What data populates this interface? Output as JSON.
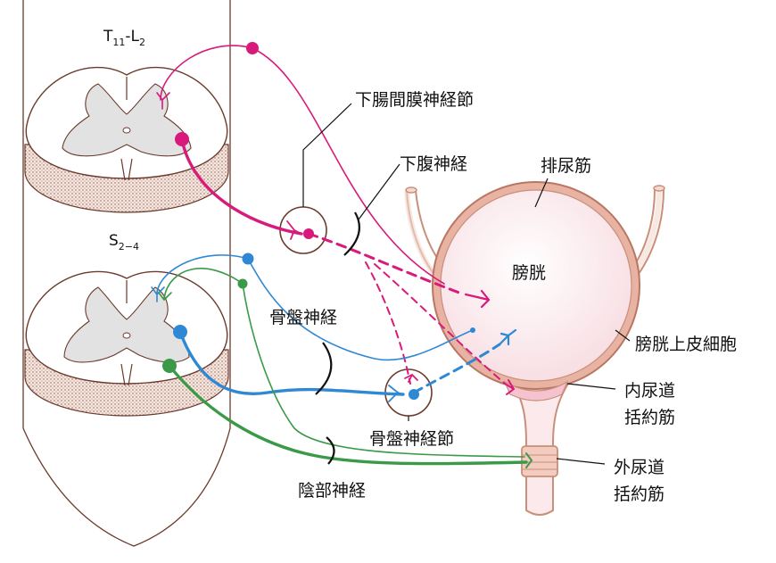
{
  "colors": {
    "sympathetic": "#d81b7a",
    "parasympathetic": "#2e88d4",
    "somatic": "#3a9a48",
    "cord_outline": "#6b3a2c",
    "gray_matter": "#e2e2e2",
    "bladder_wall": "#d9a08c",
    "bladder_fill": "#fbe9ec",
    "leader": "#111111"
  },
  "segments": {
    "upper": {
      "main": "T",
      "sub1": "11",
      "dash": "-L",
      "sub2": "2"
    },
    "lower": {
      "main": "S",
      "sub": "2−4"
    }
  },
  "labels": {
    "inferior_mesenteric_ganglion": "下腸間膜神経節",
    "hypogastric_nerve": "下腹神経",
    "detrusor": "排尿筋",
    "bladder": "膀胱",
    "pelvic_nerve": "骨盤神経",
    "urothelium": "膀胱上皮細胞",
    "internal_sphincter_1": "内尿道",
    "internal_sphincter_2": "括約筋",
    "pelvic_ganglion": "骨盤神経節",
    "external_sphincter_1": "外尿道",
    "external_sphincter_2": "括約筋",
    "pudendal_nerve": "陰部神経"
  }
}
